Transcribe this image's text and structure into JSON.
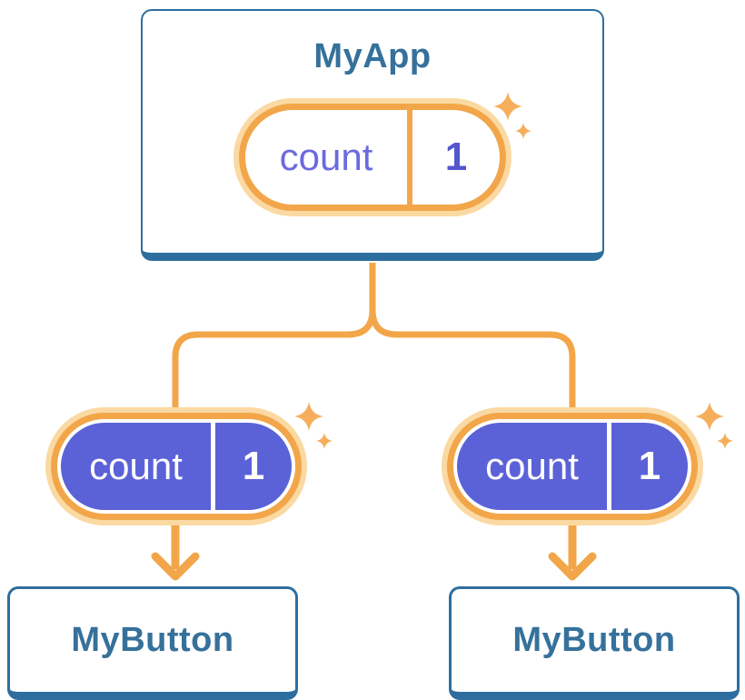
{
  "diagram": {
    "root": {
      "title": "MyApp",
      "state": {
        "name": "count",
        "value": "1"
      }
    },
    "children": [
      {
        "title": "MyButton",
        "state": {
          "name": "count",
          "value": "1"
        }
      },
      {
        "title": "MyButton",
        "state": {
          "name": "count",
          "value": "1"
        }
      }
    ]
  },
  "colors": {
    "card_border": "#2E6E9E",
    "title_text": "#35719B",
    "connector": "#F2A649",
    "halo": "#FBD9A2",
    "sparkle": "#F6AE5C",
    "state_fill": "#5B62D8",
    "state_text_light": "#6B6ADF",
    "state_value": "#5456D0",
    "canvas_bg": "#FFFFFF"
  }
}
